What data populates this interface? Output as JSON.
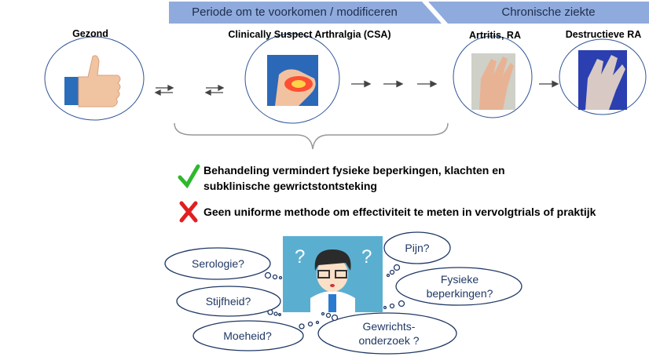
{
  "banners": {
    "prevention": "Periode om te voorkomen / modificeren",
    "chronic": "Chronische ziekte"
  },
  "stages": [
    {
      "label": "Gezond",
      "icon": "thumbs-up-icon"
    },
    {
      "label": "Clinically Suspect Arthralgia (CSA)",
      "icon": "painful-hand-icon"
    },
    {
      "label": "Artritis, RA",
      "icon": "swollen-hand-icon"
    },
    {
      "label": "Destructieve RA",
      "icon": "deformed-hand-icon"
    }
  ],
  "statements": [
    {
      "icon": "check-icon",
      "text": "Behandeling vermindert fysieke beperkingen, klachten en subklinische gewrictstontsteking",
      "color": "#2eb82e"
    },
    {
      "icon": "cross-icon",
      "text": "Geen uniforme methode om effectiviteit te meten in vervolgtrials of praktijk",
      "color": "#e02020"
    }
  ],
  "clouds": [
    "Serologie?",
    "Stijfheid?",
    "Moeheid?",
    "Pijn?",
    "Fysieke beperkingen?",
    "Gewrichts- onderzoek ?"
  ],
  "colors": {
    "banner": "#8faadc",
    "circle": "#2f5597",
    "doctor_bg": "#5aafd0"
  }
}
